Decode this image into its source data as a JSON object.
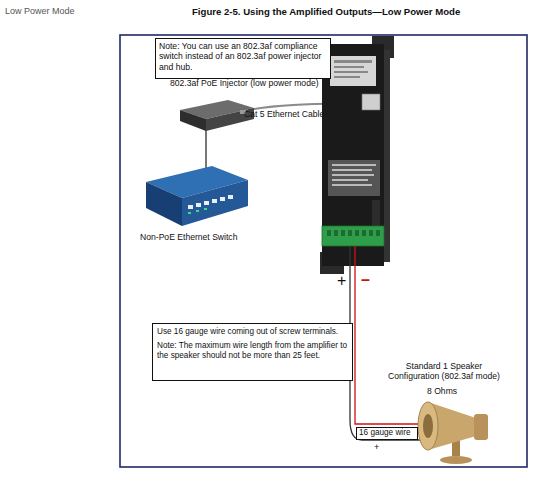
{
  "diagram": {
    "title": "Figure 2-5. Using the Amplified Outputs—Low Power Mode",
    "nodes": [
      {
        "text": [
          "Note: You can use an 802.3af compliance switch instead of an 802.3af power injector and hub."
        ]
      },
      {
        "text": [
          "Use 16 gauge wire coming out of screw terminals.",
          "Note: The maximum wire length from the amplifier to the speaker should not be more than 25 feet."
        ]
      },
      {
        "text": [
          "16 gauge wire"
        ]
      }
    ],
    "labels": [
      "Low Power Mode",
      "802.3af PoE Injector (low power mode)",
      "Cat 5 Ethernet Cable",
      "Non-PoE Ethernet Switch",
      "+",
      "–",
      "Standard 1 Speaker Configuration (802.3af mode)",
      "8 Ohms",
      "+"
    ]
  }
}
